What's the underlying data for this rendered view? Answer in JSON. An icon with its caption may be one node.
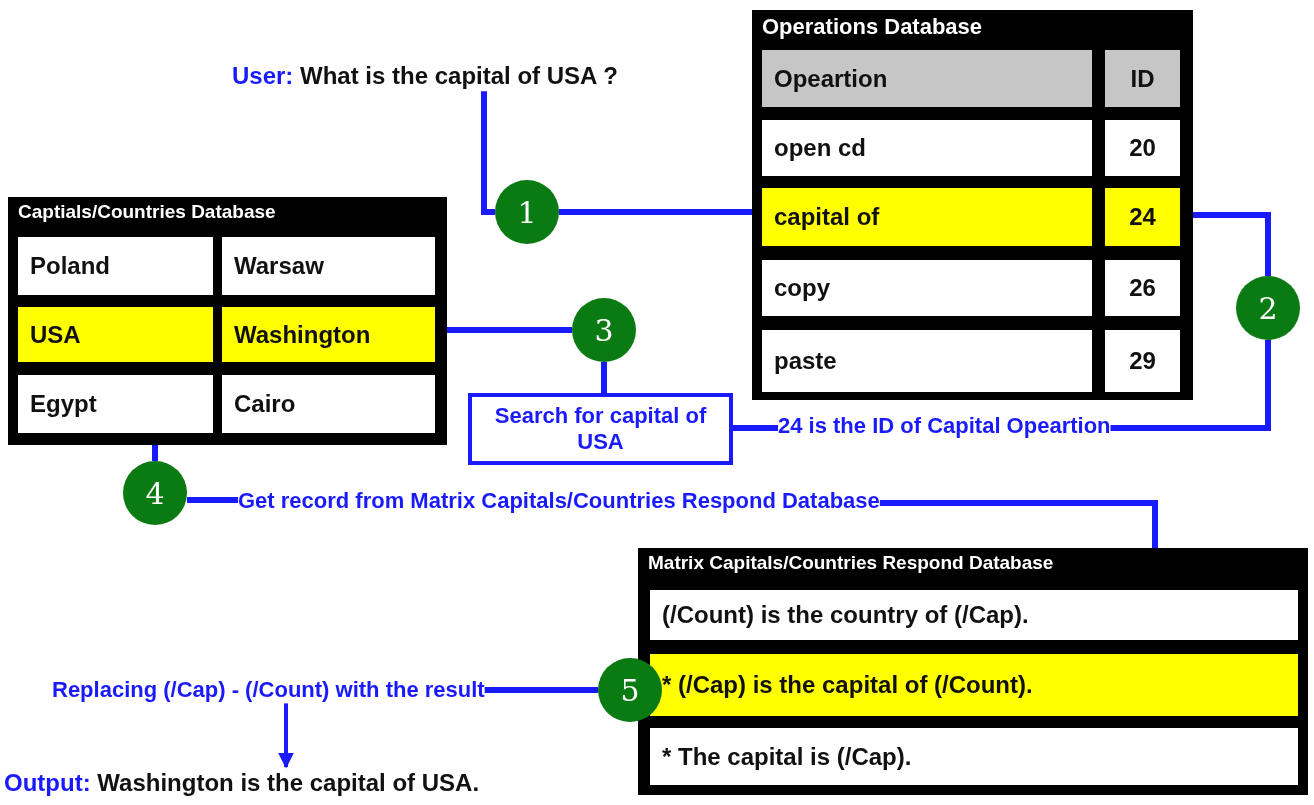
{
  "diagram": {
    "nodes": [
      {
        "text": [
          "Operations Database"
        ]
      },
      {
        "text": [
          "Opeartion"
        ],
        "in": 0
      },
      {
        "text": [
          "ID"
        ],
        "in": 0
      },
      {
        "text": [
          "open cd"
        ],
        "in": 0
      },
      {
        "text": [
          "20"
        ],
        "in": 0
      },
      {
        "text": [
          "capital of"
        ],
        "in": 0
      },
      {
        "text": [
          "24"
        ],
        "in": 0
      },
      {
        "text": [
          "copy"
        ],
        "in": 0
      },
      {
        "text": [
          "26"
        ],
        "in": 0
      },
      {
        "text": [
          "paste"
        ],
        "in": 0
      },
      {
        "text": [
          "29"
        ],
        "in": 0
      },
      {
        "text": [
          "User: What is the capital of USA ?"
        ]
      },
      {
        "text": [
          "1"
        ]
      },
      {
        "text": [
          "Captials/Countries Database"
        ]
      },
      {
        "text": [
          "Poland"
        ],
        "in": 13
      },
      {
        "text": [
          "Warsaw"
        ],
        "in": 13
      },
      {
        "text": [
          "USA"
        ],
        "in": 13
      },
      {
        "text": [
          "Washington"
        ],
        "in": 13
      },
      {
        "text": [
          "Egypt"
        ],
        "in": 13
      },
      {
        "text": [
          "Cairo"
        ],
        "in": 13
      },
      {
        "text": [
          "2"
        ]
      },
      {
        "text": [
          "3"
        ]
      },
      {
        "text": [
          "Search for capital of USA"
        ]
      },
      {
        "text": [
          "24 is the ID of Capital Opeartion"
        ]
      },
      {
        "text": [
          "4"
        ]
      },
      {
        "text": [
          "Get record from Matrix Capitals/Countries Respond Database"
        ]
      },
      {
        "text": [
          "Matrix Capitals/Countries Respond Database"
        ]
      },
      {
        "text": [
          "(/Count) is the country of (/Cap)."
        ],
        "in": 26
      },
      {
        "text": [
          "* (/Cap) is the capital of (/Count)."
        ],
        "in": 26
      },
      {
        "text": [
          "* The capital is (/Cap)."
        ],
        "in": 26
      },
      {
        "text": [
          "Replacing (/Cap) - (/Count) with the result"
        ]
      },
      {
        "text": [
          "5"
        ]
      },
      {
        "text": [
          "Output: Washington is the capital of USA."
        ]
      }
    ],
    "edges": [
      {
        "from": 11,
        "to": 12,
        "arrow": "none"
      },
      {
        "from": 12,
        "to": 5,
        "arrow": "none"
      },
      {
        "from": 6,
        "to": 20,
        "arrow": "none"
      },
      {
        "from": 20,
        "to": 23,
        "arrow": "none"
      },
      {
        "from": 23,
        "to": 22,
        "arrow": "none"
      },
      {
        "from": 17,
        "to": 21,
        "arrow": "none"
      },
      {
        "from": 21,
        "to": 22,
        "arrow": "none"
      },
      {
        "from": 13,
        "to": 24,
        "arrow": "none"
      },
      {
        "from": 24,
        "to": 25,
        "arrow": "none"
      },
      {
        "from": 25,
        "to": 26,
        "arrow": "none"
      },
      {
        "from": 30,
        "to": 31,
        "arrow": "none"
      },
      {
        "from": 30,
        "to": 32,
        "arrow": "to"
      }
    ]
  }
}
